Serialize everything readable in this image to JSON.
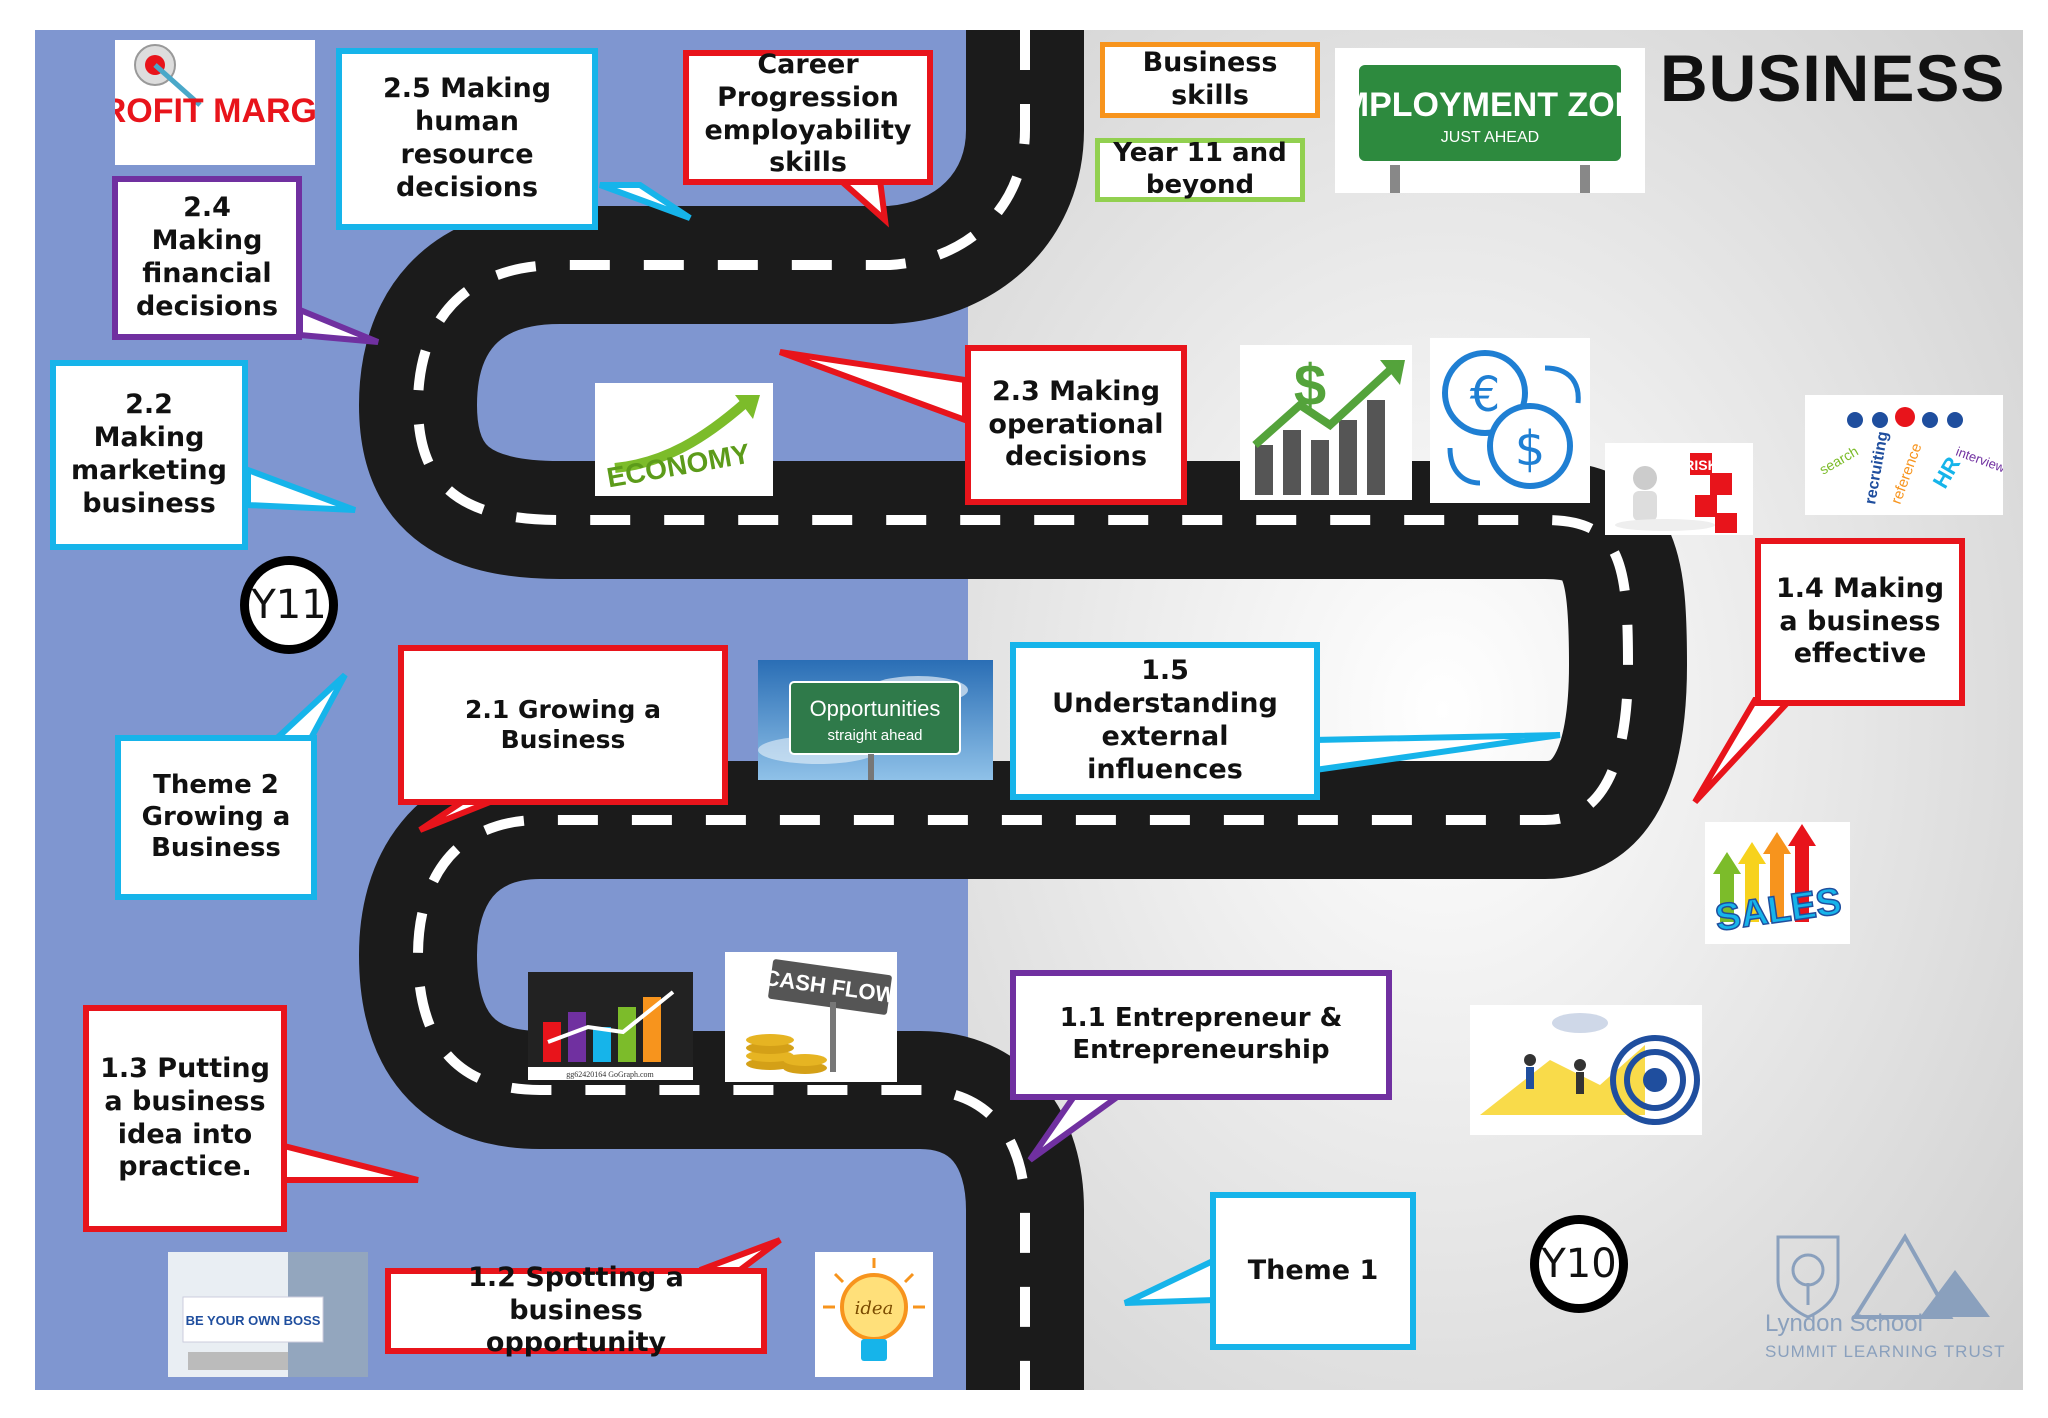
{
  "title": "BUSINESS",
  "badges": {
    "y11": "Y11",
    "y10": "Y10"
  },
  "boxes": {
    "profit_margin_img": "PROFIT MARGIN",
    "b2_5": "2.5 Making\nhuman resource\ndecisions",
    "career": "Career\nProgression\nemployability\nskills",
    "business_skills": "Business\nskills",
    "year11": "Year 11 and\nbeyond",
    "b2_4": "2.4 Making\nfinancial\ndecisions",
    "b2_3": "2.3 Making\noperational\ndecisions",
    "b2_2": "2.2 Making\nmarketing\nbusiness",
    "b1_4": "1.4 Making\na business\neffective",
    "b2_1": "2.1 Growing a\nBusiness",
    "b1_5": "1.5 Understanding\nexternal influences",
    "theme2": "Theme 2\nGrowing a\nBusiness",
    "b1_1": "1.1 Entrepreneur &\nEntrepreneurship",
    "b1_3": "1.3 Putting\na business\nidea into\npractice.",
    "b1_2": "1.2 Spotting a business\nopportunity",
    "theme1": "Theme 1"
  },
  "images": {
    "employment_zone": "EMPLOYMENT ZONE",
    "just_ahead": "JUST AHEAD",
    "economy": "ECONOMY",
    "opportunities": "Opportunities",
    "straight_ahead": "straight ahead",
    "cash_flow": "CASH FLOW",
    "sales": "SALES",
    "be_your_own_boss": "BE YOUR OWN BOSS",
    "risk": "RISK",
    "idea": "idea",
    "graph_credit": "gg62420164 GoGraph.com",
    "hr_words": [
      "recruiting",
      "reference",
      "HR",
      "search",
      "interview"
    ]
  },
  "logo": {
    "school": "Lyndon School",
    "trust": "SUMMIT LEARNING TRUST"
  },
  "colors": {
    "panel_left": "#7f96d0",
    "panel_right": "#e2e2e2",
    "red": "#e8141b",
    "blue": "#16b4ea",
    "purple": "#7030a0",
    "orange": "#f7941d",
    "green": "#92d050"
  }
}
